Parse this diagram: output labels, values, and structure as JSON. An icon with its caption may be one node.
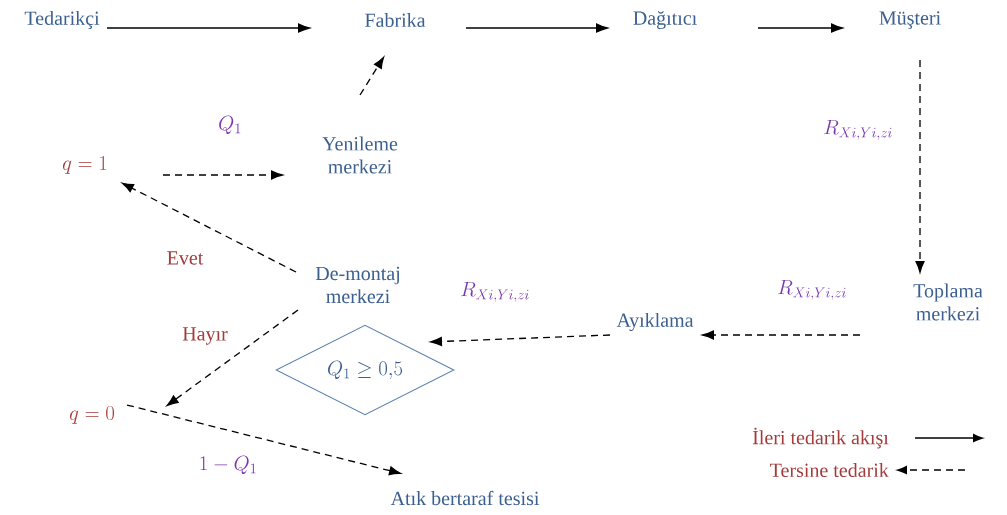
{
  "diagram": {
    "nodes": [
      {
        "text": [
          "Tedarikçi"
        ]
      },
      {
        "text": [
          "Fabrika"
        ]
      },
      {
        "text": [
          "Dağıtıcı"
        ]
      },
      {
        "text": [
          "Müşteri"
        ]
      },
      {
        "text": [
          "Yenileme merkezi"
        ]
      },
      {
        "text": [
          "q = 1"
        ]
      },
      {
        "text": [
          "Toplama merkezi"
        ]
      },
      {
        "text": [
          "Ayıklama"
        ]
      },
      {
        "text": [
          "De-montaj merkezi"
        ]
      },
      {
        "text": [
          "Q_1 \\geq 0{,}5"
        ]
      },
      {
        "text": [
          "q = 0"
        ]
      },
      {
        "text": [
          "Atık bertaraf tesisi"
        ]
      }
    ],
    "edges": [
      {
        "from": 0,
        "to": 1,
        "arrow": "to"
      },
      {
        "from": 1,
        "to": 2,
        "arrow": "to"
      },
      {
        "from": 2,
        "to": 3,
        "arrow": "to"
      },
      {
        "from": 3,
        "to": 6,
        "arrow": "to",
        "style": "dashed",
        "label": "R_{Xi,Yi,zi}"
      },
      {
        "from": 6,
        "to": 7,
        "arrow": "to",
        "style": "dashed",
        "label": "R_{Xi,Yi,zi}"
      },
      {
        "from": 7,
        "to": 9,
        "arrow": "to",
        "style": "dashed",
        "label": "R_{Xi,Yi,zi}"
      },
      {
        "from": 8,
        "to": 5,
        "arrow": "to",
        "style": "dashed",
        "label": "Evet"
      },
      {
        "from": 8,
        "to": 10,
        "arrow": "to",
        "style": "dashed",
        "label": "Hayır"
      },
      {
        "from": 5,
        "to": 4,
        "arrow": "to",
        "style": "dashed",
        "label": "Q_1"
      },
      {
        "from": 4,
        "to": 1,
        "arrow": "to",
        "style": "dashed"
      },
      {
        "from": 10,
        "to": 11,
        "arrow": "to",
        "style": "dashed",
        "label": "1 - Q_1"
      }
    ],
    "legend": [
      {
        "text": "İleri tedarik akışı"
      },
      {
        "text": "Tersine tedarik"
      }
    ]
  }
}
